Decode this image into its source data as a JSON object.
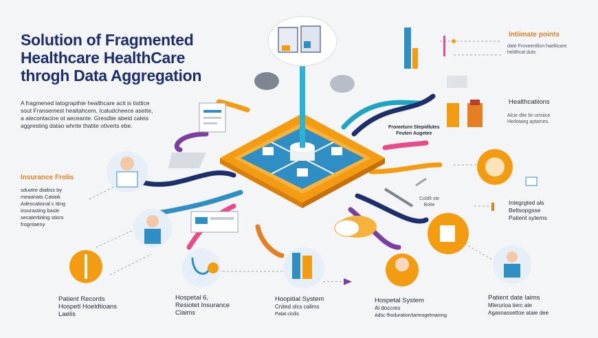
{
  "title": {
    "line1": "Solution of Fragmented",
    "line2": "Healthcare HealthCare",
    "line3": "throgh Data Aggregation"
  },
  "intro": {
    "line1": "A fragmened latograpthie healthcare acit is tisttice",
    "line2": "sout Fransemest healtahcem, Icaludcheece asette,",
    "line3": "a atecontacine ot aeceante. Gresdtie abeid caleis",
    "line4": "aggresting datao whrite thatite otiverts ebe."
  },
  "insurance": {
    "heading": "Insurance Frolis",
    "lines": [
      "sduotre dialtiss by",
      "meaanats Catiaik",
      "Adescational c tting",
      "insurasting basle",
      "secaterbiting stiors",
      "frogntaeny"
    ]
  },
  "intimate": {
    "heading": "Intiimate points",
    "line1": "date Froveentlion haelticare",
    "line2": "heldhcal duts"
  },
  "healthcare": {
    "heading": "Healthcatiions",
    "line1": "Alcie dtie bn ortsiice",
    "line2": "Hedotaeg aptames."
  },
  "center_note": {
    "line1": "Frometurn Stepidlutes",
    "line2": "Feuten Augetee"
  },
  "mid_label": {
    "line1": "Coldlt ste",
    "line2": "Bolte"
  },
  "integrated": {
    "line1": "Integrgted als",
    "line2": "Beltsopgsse",
    "line3": "Patient sytems"
  },
  "bottom": {
    "patient_records": {
      "line1": "Patient Records",
      "line2": "Hospetl Hoeldtioans",
      "line3": "Laelis"
    },
    "hospital_insurance": {
      "line1": "Hospetal 6,",
      "line2": "Resiotet Insurance",
      "line3": "Claims"
    },
    "hospital_system_1": {
      "line1": "Hoopitial System",
      "line2": "Cnited olcs calims",
      "line3": "Patat cicilis"
    },
    "hospital_system_2": {
      "line1": "Hospetal System",
      "line2": "Al doccres",
      "line3": "Adsc fhoduration/tarmogetmainng"
    },
    "patient_claims": {
      "line1": "Patient date laims",
      "line2": "Mlerurioa tierc ate",
      "line3": "Agasnassettoe ataie dee"
    }
  },
  "colors": {
    "navy": "#1c2f6b",
    "orange": "#f39c12",
    "blue": "#2f8fc4",
    "purple": "#7b3fa0",
    "pink": "#e84a8a",
    "teal": "#1fa3c2"
  }
}
